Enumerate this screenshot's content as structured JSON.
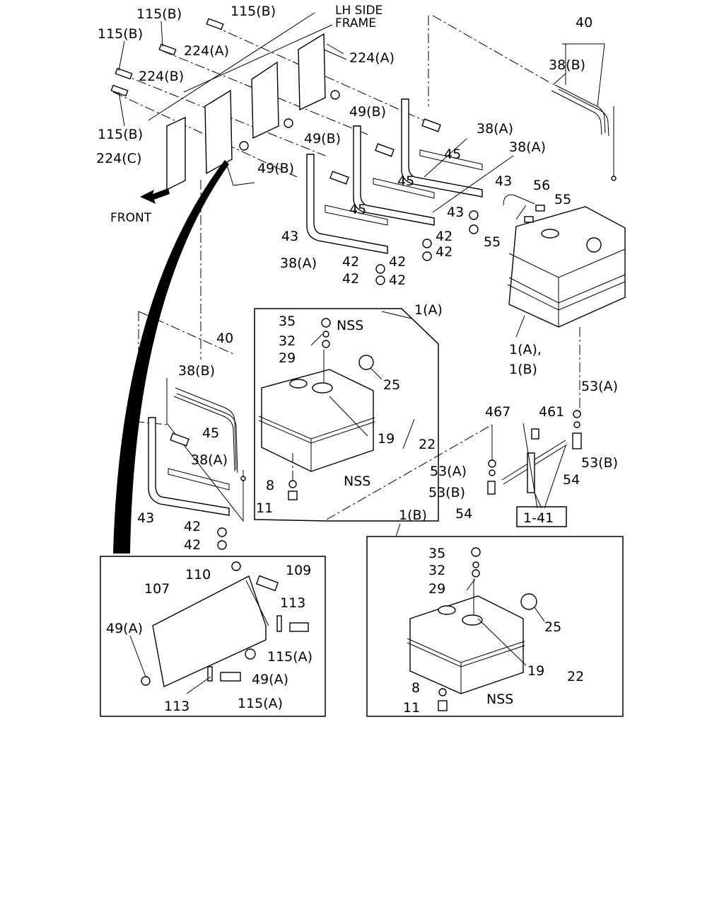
{
  "frame_note": [
    "LH SIDE",
    "FRAME"
  ],
  "front_label": "FRONT",
  "ref_box": "1-41",
  "labels": {
    "l115b_1": "115(B)",
    "l115b_2": "115(B)",
    "l115b_3": "115(B)",
    "l115b_4": "115(B)",
    "l224a_1": "224(A)",
    "l224a_2": "224(A)",
    "l224b": "224(B)",
    "l224c": "224(C)",
    "l49b_1": "49(B)",
    "l49b_2": "49(B)",
    "l49b_3": "49(B)",
    "l40_1": "40",
    "l38b_1": "38(B)",
    "l38a_1": "38(A)",
    "l38a_2": "38(A)",
    "l38a_3": "38(A)",
    "l45_1": "45",
    "l45_2": "45",
    "l45_3": "45",
    "l43_1": "43",
    "l43_2": "43",
    "l43_3": "43",
    "l42_1": "42",
    "l42_2": "42",
    "l42_3": "42",
    "l42_4": "42",
    "l42_5": "42",
    "l42_6": "42",
    "l56": "56",
    "l55_1": "55",
    "l55_2": "55",
    "l1a_1b": "1(A),",
    "l1b_right": "1(B)",
    "l1a_top": "1(A)",
    "l35_1": "35",
    "l32_1": "32",
    "l29_1": "29",
    "lnss_1": "NSS",
    "l25_1": "25",
    "l19_1": "19",
    "l22_1": "22",
    "lnss_2": "NSS",
    "l8_1": "8",
    "l11_1": "11",
    "l53a_1": "53(A)",
    "l53b_1": "53(B)",
    "l467": "467",
    "l461": "461",
    "l53a_2": "53(A)",
    "l53b_2": "53(B)",
    "l54_1": "54",
    "l54_2": "54",
    "l40_2": "40",
    "l38b_2": "38(B)",
    "l45_4": "45",
    "l38a_4": "38(A)",
    "l43_4": "43",
    "l42_7": "42",
    "l42_8": "42",
    "l1b_top": "1(B)",
    "l35_2": "35",
    "l32_2": "32",
    "l29_2": "29",
    "l25_2": "25",
    "l19_2": "19",
    "l22_2": "22",
    "lnss_3": "NSS",
    "l8_2": "8",
    "l11_2": "11",
    "l110": "110",
    "l109": "109",
    "l107": "107",
    "l113_1": "113",
    "l113_2": "113",
    "l49a_1": "49(A)",
    "l49a_2": "49(A)",
    "l115a_1": "115(A)",
    "l115a_2": "115(A)"
  }
}
